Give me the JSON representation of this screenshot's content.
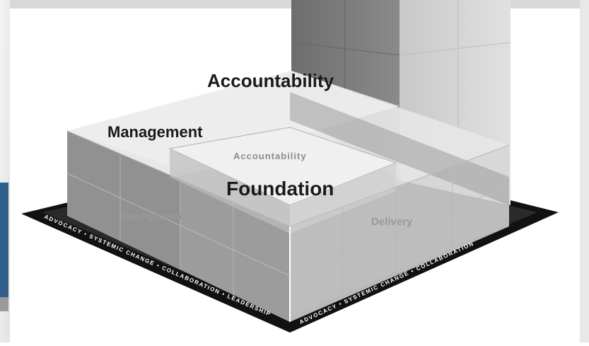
{
  "diagram": {
    "labels": {
      "accountability": "Accountability",
      "management": "Management",
      "foundation": "Foundation",
      "delivery": "Delivery",
      "management_ghost": "Management",
      "accountability_ghost": "Accountability"
    },
    "border": {
      "left": "ADVOCACY • SYSTEMIC CHANGE • COLLABORATION • LEADERSHIP",
      "right": "ADVOCACY • SYSTEMIC CHANGE • COLLABORATION"
    },
    "colors": {
      "base": "#111111",
      "light_face": "#e9e9e9",
      "mid_face": "#c9c9c9",
      "dark_face": "#8e8e8e",
      "column_dark": "#777777",
      "column_light": "#d8d8d8",
      "side_bar": "#2f5f8a"
    }
  }
}
